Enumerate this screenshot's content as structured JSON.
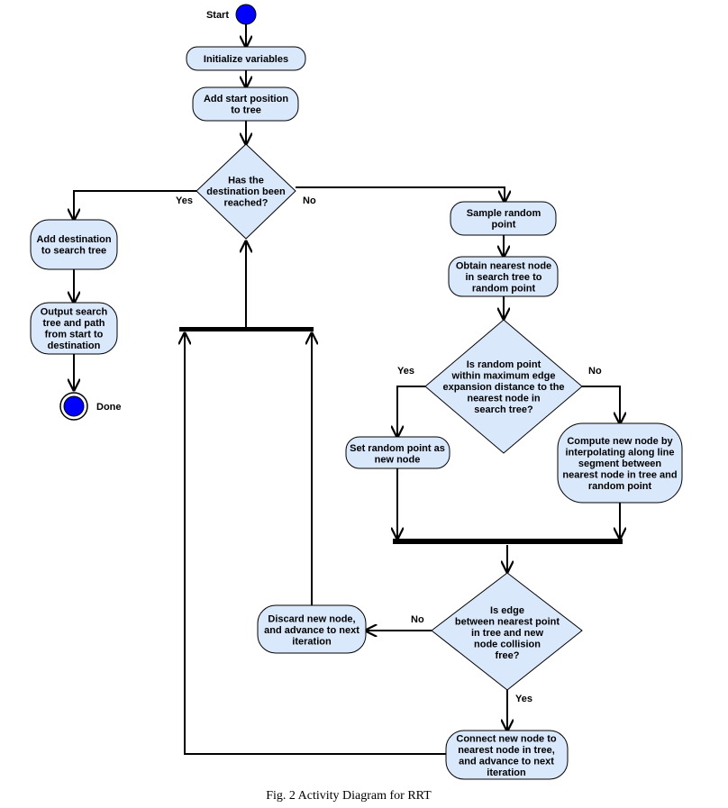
{
  "colors": {
    "node_fill": "#dae8fc",
    "start_fill": "#0000ff",
    "stroke": "#000000"
  },
  "start_label": "Start",
  "done_label": "Done",
  "nodes": {
    "initialize": [
      "Initialize variables"
    ],
    "add_start": [
      "Add start position",
      "to tree"
    ],
    "destination_reached": [
      "Has the",
      "destination been",
      "reached?"
    ],
    "add_destination": [
      "Add destination",
      "to search tree"
    ],
    "output_path": [
      "Output search",
      "tree and path",
      "from start to",
      "destination"
    ],
    "sample_random": [
      "Sample random",
      "point"
    ],
    "nearest_node": [
      "Obtain nearest node",
      "in search tree to",
      "random point"
    ],
    "within_distance": [
      "Is random point",
      "within maximum edge",
      "expansion distance to the",
      "nearest node in",
      "search tree?"
    ],
    "set_random_point": [
      "Set random point as",
      "new node"
    ],
    "compute_new_node": [
      "Compute new node by",
      "interpolating along line",
      "segment between",
      "nearest node in tree and",
      "random point"
    ],
    "collision_free": [
      "Is edge",
      "between nearest point",
      "in tree and new",
      "node collision",
      "free?"
    ],
    "discard_node": [
      "Discard new node,",
      "and advance to next",
      "iteration"
    ],
    "connect_node": [
      "Connect new node to",
      "nearest node in tree,",
      "and advance to next",
      "iteration"
    ]
  },
  "edge_labels": {
    "reached_yes": "Yes",
    "reached_no": "No",
    "within_yes": "Yes",
    "within_no": "No",
    "collision_no": "No",
    "collision_yes": "Yes"
  },
  "caption": "Fig. 2  Activity Diagram for RRT"
}
